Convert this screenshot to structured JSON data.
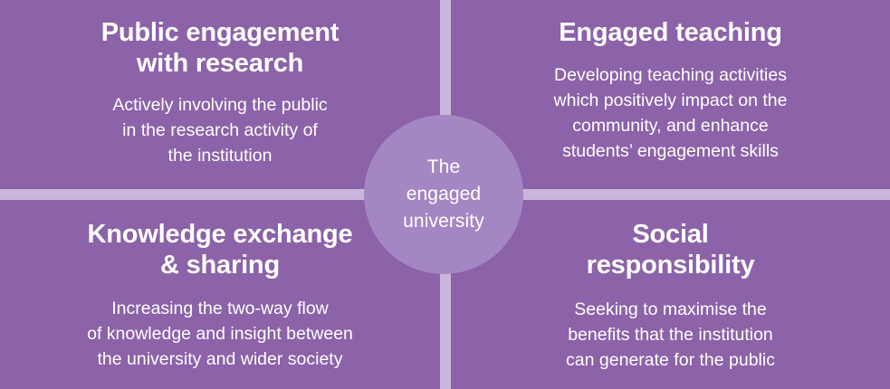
{
  "diagram": {
    "title": "The engaged university",
    "colors": {
      "background": "#8c62a8",
      "divider": "#c9b6da",
      "hub": "#a487c2",
      "text": "#ffffff"
    },
    "hub": {
      "label": "The\nengaged\nuniversity"
    },
    "quadrants": [
      {
        "id": "public-engagement-with-research",
        "position": "top-left",
        "title": "Public engagement\nwith research",
        "body": "Actively involving the public\nin the research activity of\nthe institution"
      },
      {
        "id": "engaged-teaching",
        "position": "top-right",
        "title": "Engaged teaching",
        "body": "Developing teaching activities\nwhich positively impact on the\ncommunity, and enhance\nstudents’ engagement skills"
      },
      {
        "id": "knowledge-exchange-and-sharing",
        "position": "bottom-left",
        "title": "Knowledge exchange\n& sharing",
        "body": "Increasing the two-way flow\nof knowledge and insight between\nthe university and wider society"
      },
      {
        "id": "social-responsibility",
        "position": "bottom-right",
        "title": "Social\nresponsibility",
        "body": "Seeking to maximise the\nbenefits that the institution\ncan generate for the public"
      }
    ]
  }
}
